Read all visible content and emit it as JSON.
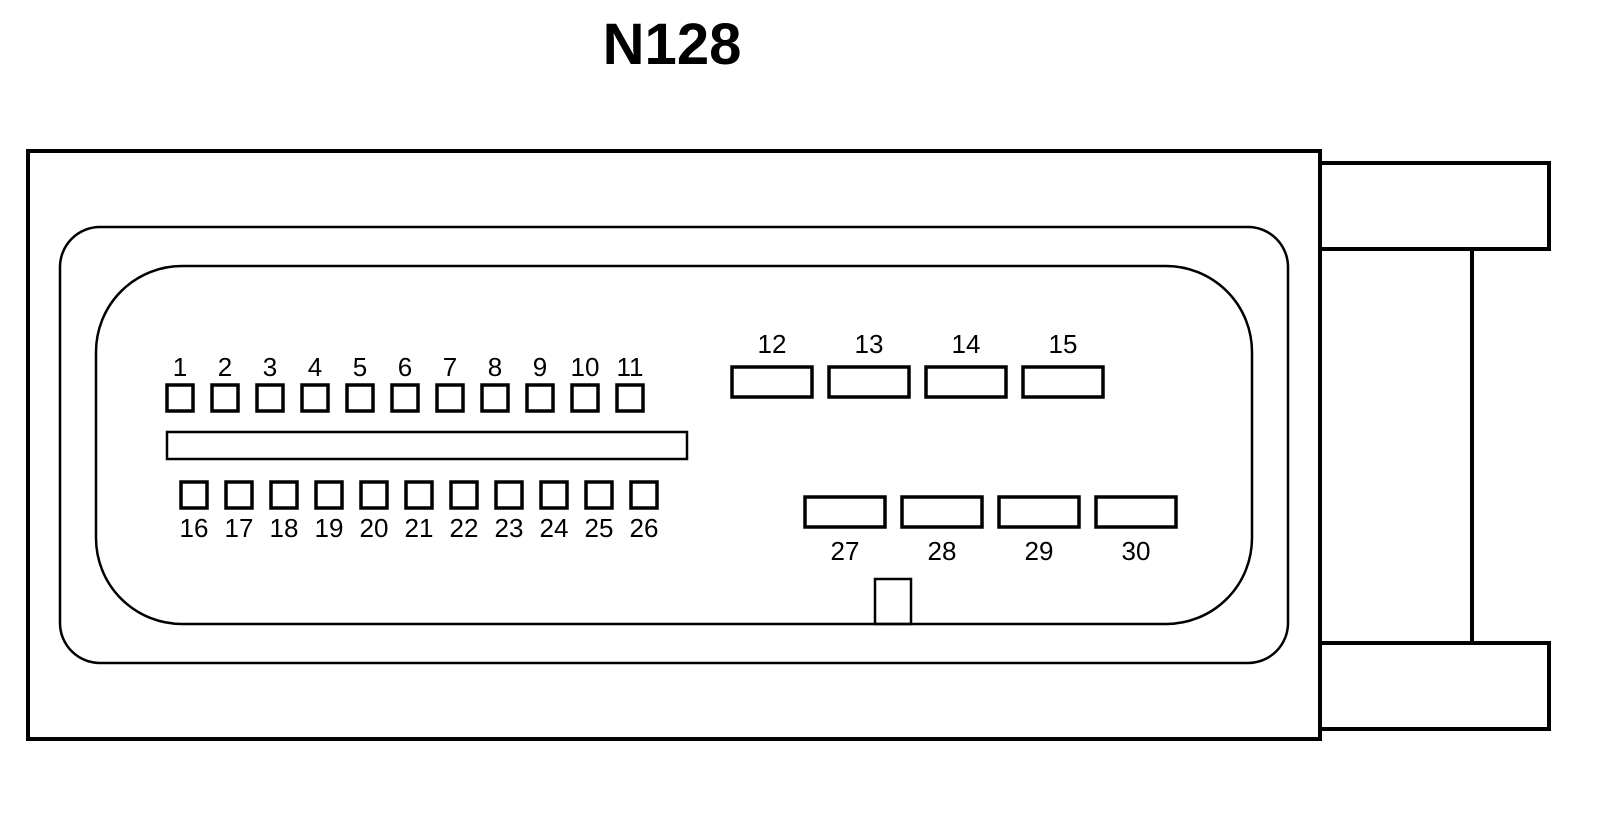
{
  "title": "N128",
  "colors": {
    "stroke": "#000000",
    "background": "#ffffff"
  },
  "top_row_pins": [
    "1",
    "2",
    "3",
    "4",
    "5",
    "6",
    "7",
    "8",
    "9",
    "10",
    "11"
  ],
  "bottom_row_pins": [
    "16",
    "17",
    "18",
    "19",
    "20",
    "21",
    "22",
    "23",
    "24",
    "25",
    "26"
  ],
  "upper_right_pins": [
    "12",
    "13",
    "14",
    "15"
  ],
  "lower_right_pins": [
    "27",
    "28",
    "29",
    "30"
  ]
}
